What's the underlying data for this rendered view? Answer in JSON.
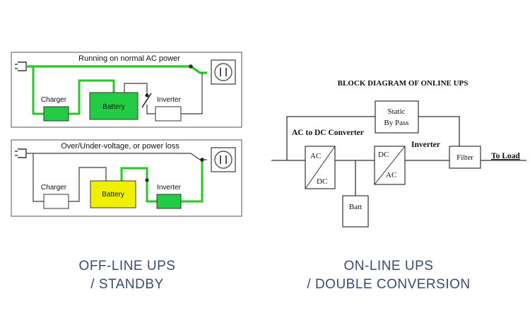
{
  "colors": {
    "active": "#22cc22",
    "wire": "#3a3a3a",
    "battery_charging": "#22cc44",
    "battery_supplying": "#f0f000",
    "caption": "#3a4a7a"
  },
  "offline": {
    "panel1": {
      "title": "Running on normal AC power",
      "charger": "Charger",
      "battery": "Battery",
      "inverter": "Inverter"
    },
    "panel2": {
      "title": "Over/Under-voltage, or power loss",
      "charger": "Charger",
      "battery": "Battery",
      "inverter": "Inverter"
    },
    "caption": {
      "line1": "OFF-LINE UPS",
      "line2": "/ STANDBY"
    }
  },
  "online": {
    "title": "BLOCK DIAGRAM OF ONLINE UPS",
    "static_bypass": {
      "line1": "Static",
      "line2": "By Pass"
    },
    "ac_dc_label": "AC to DC Converter",
    "rectifier": {
      "top": "AC",
      "bottom": "DC"
    },
    "inverter_block": {
      "top": "DC",
      "bottom": "AC"
    },
    "inverter_label": "Inverter",
    "filter": "Filter",
    "load": "To Load",
    "batt": "Batt",
    "caption": {
      "line1": "ON-LINE UPS",
      "line2": "/ DOUBLE CONVERSION"
    }
  }
}
